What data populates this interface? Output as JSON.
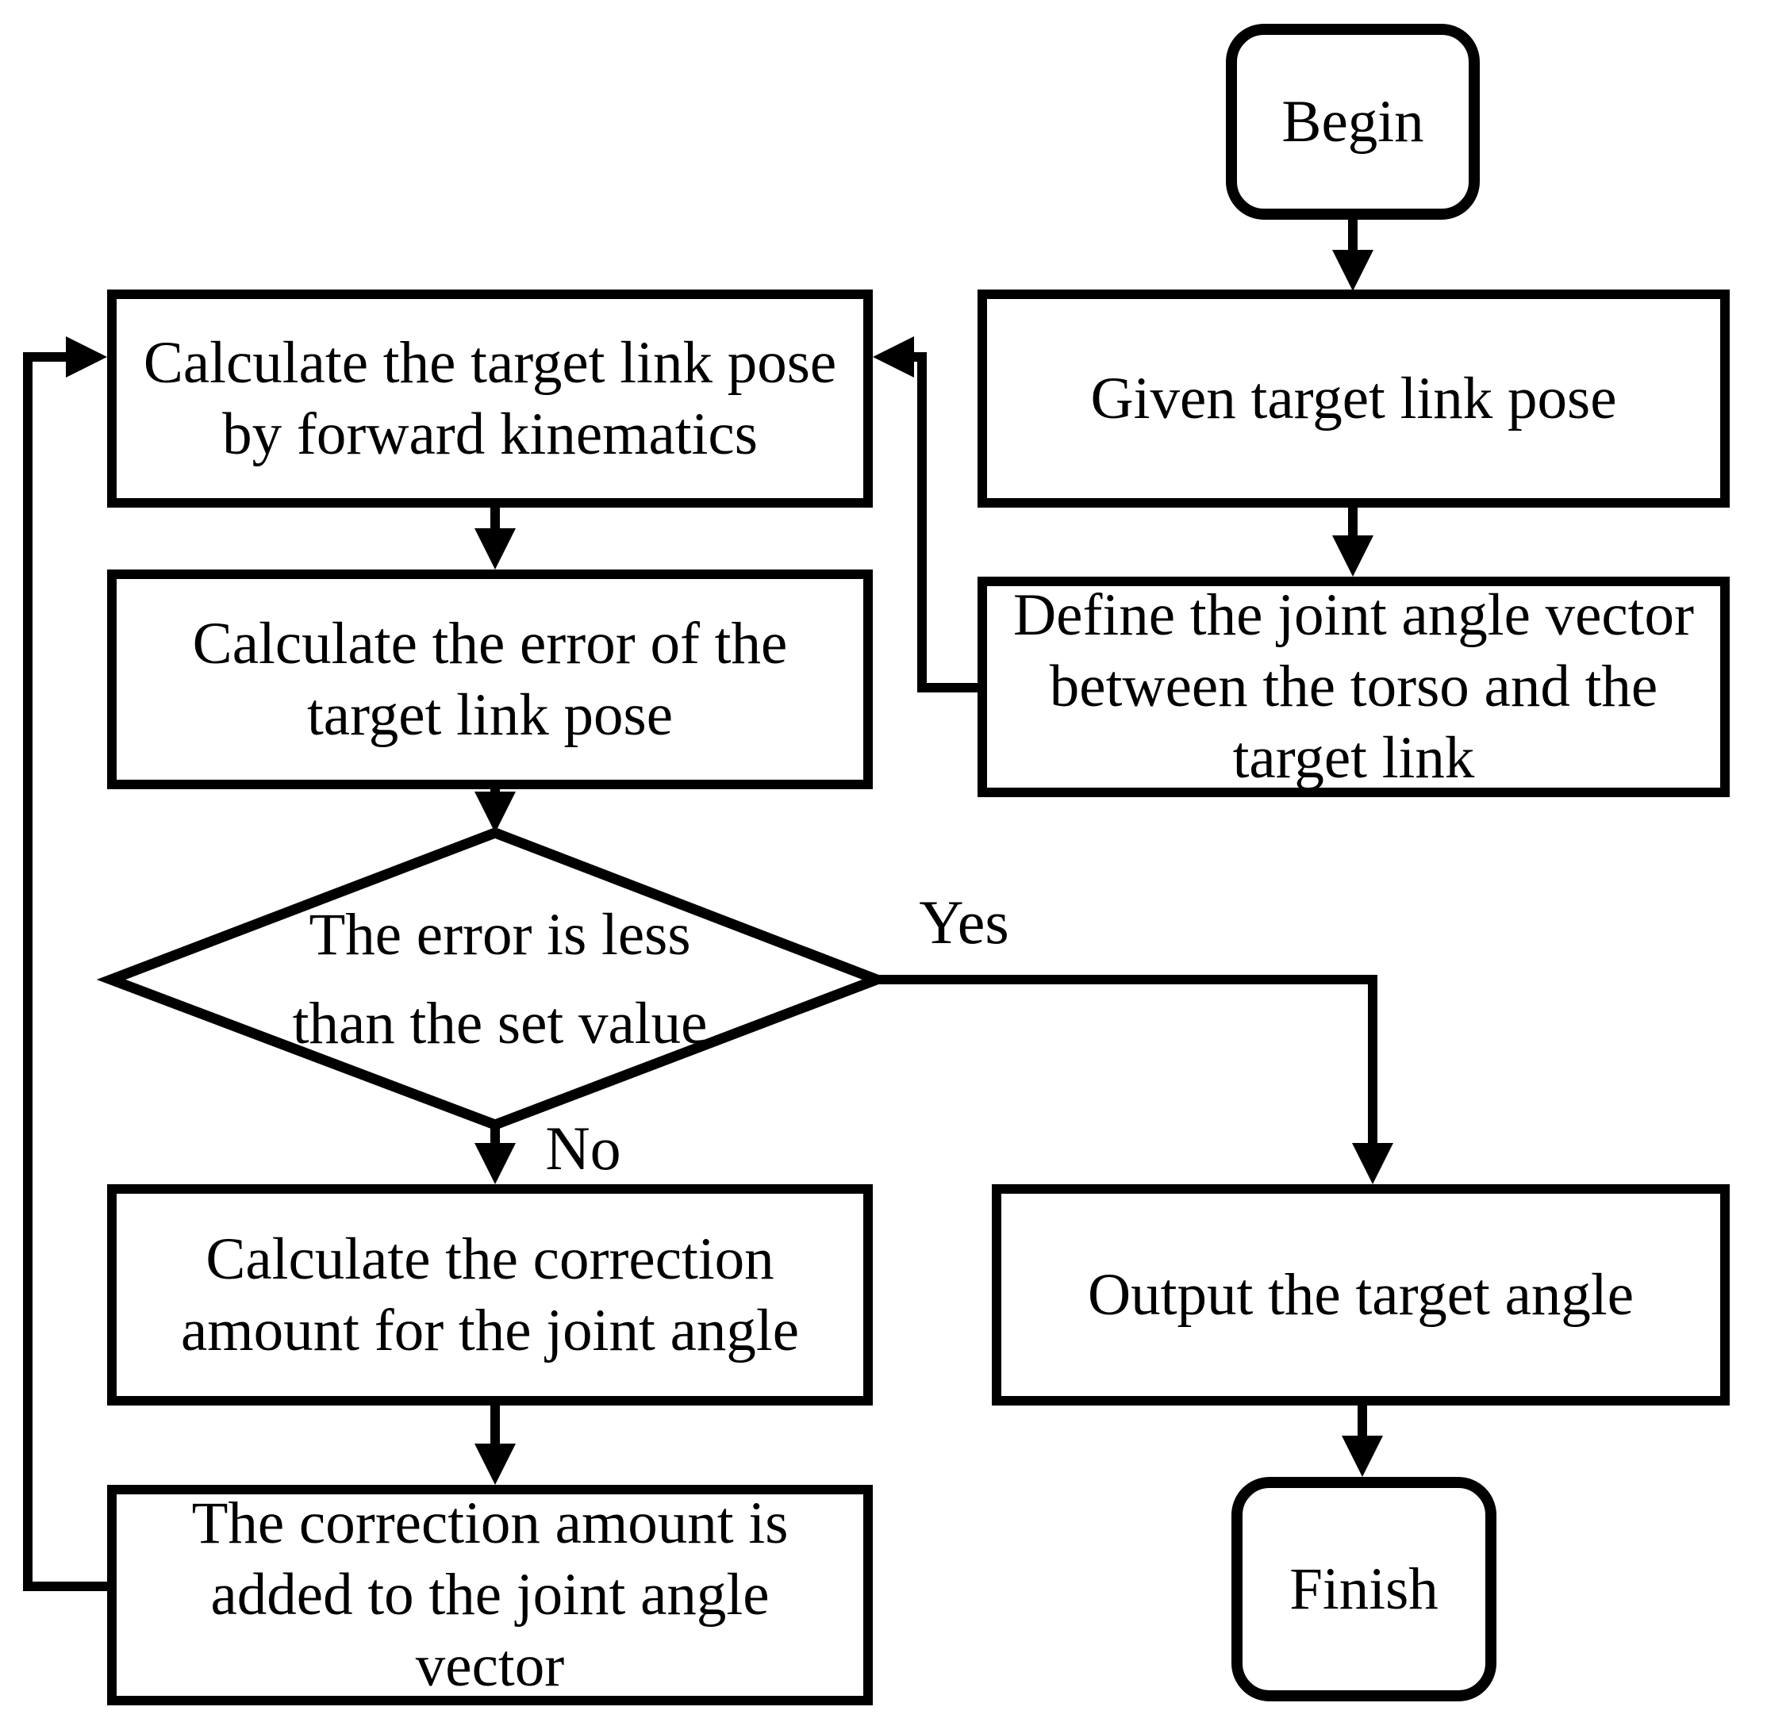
{
  "nodes": {
    "begin": {
      "label": "Begin"
    },
    "given_pose": {
      "label": "Given target link pose"
    },
    "define_vector": {
      "label": "Define the joint angle vector\nbetween the torso and the\ntarget link"
    },
    "calc_pose": {
      "label": "Calculate the target link pose\nby forward kinematics"
    },
    "calc_error": {
      "label": "Calculate the error of the\ntarget link pose"
    },
    "decision": {
      "label": "The error is less\nthan the set value"
    },
    "calc_correction": {
      "label": "Calculate the correction\namount for the joint angle"
    },
    "add_correction": {
      "label": "The correction amount is\nadded to the joint angle\nvector"
    },
    "output_angle": {
      "label": "Output the target angle"
    },
    "finish": {
      "label": "Finish"
    }
  },
  "edges": {
    "yes_label": "Yes",
    "no_label": "No"
  },
  "colors": {
    "stroke": "#000000",
    "fill": "#ffffff",
    "text": "#000000"
  }
}
